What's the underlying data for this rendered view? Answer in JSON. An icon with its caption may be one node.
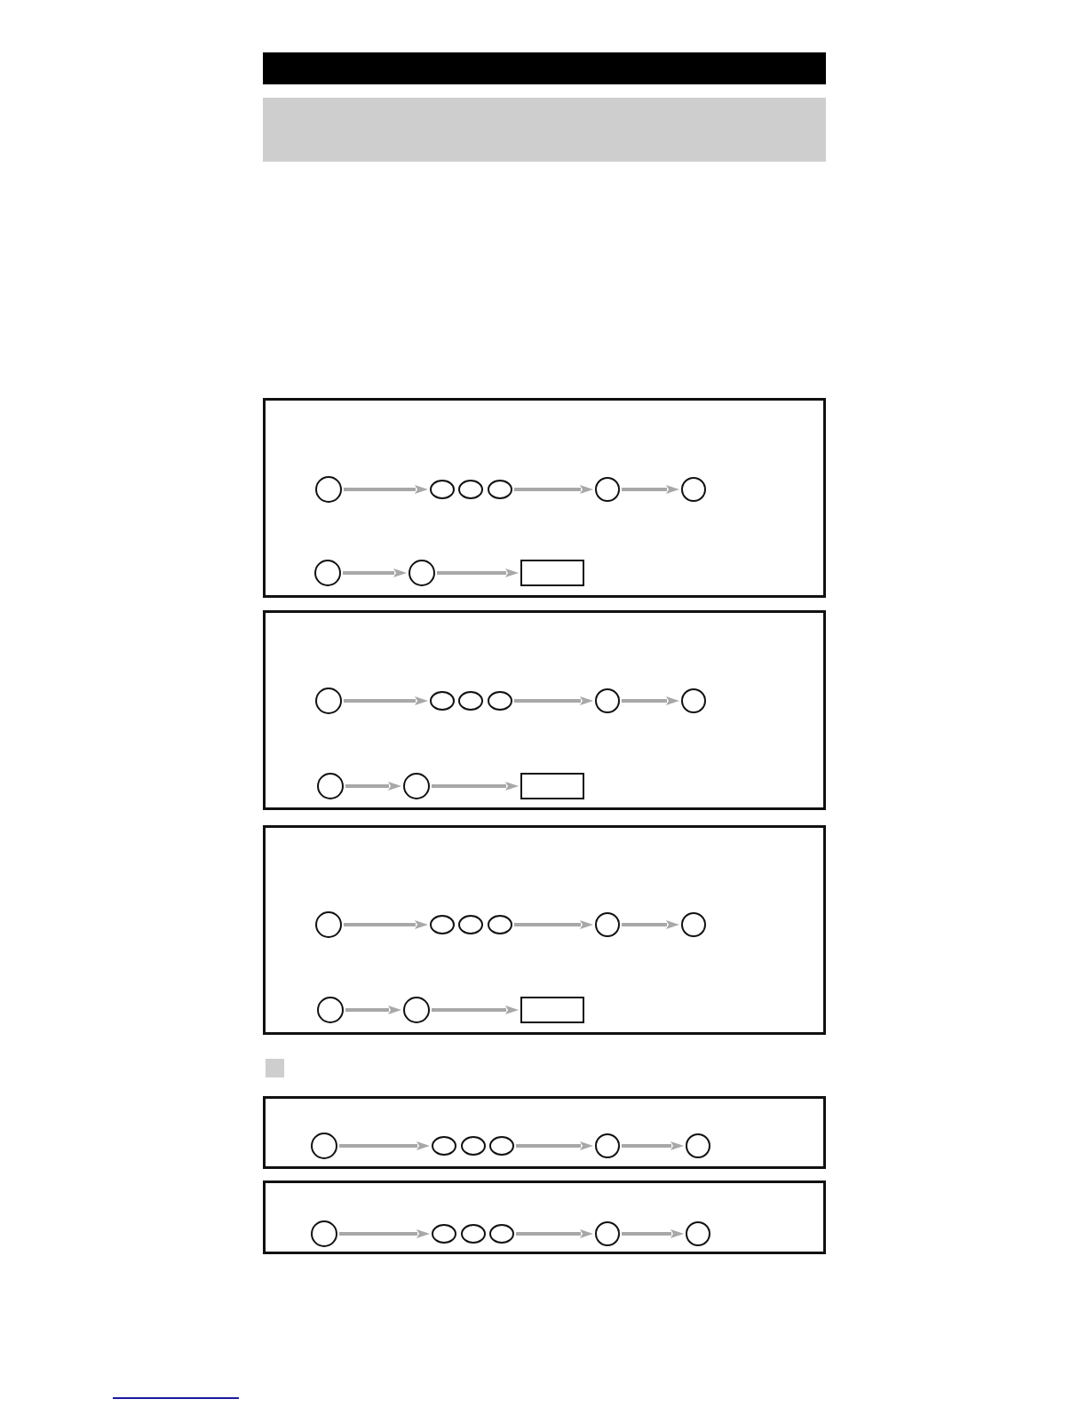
{
  "diagram": {
    "nodes": [
      {
        "text": [],
        "shape": "box"
      },
      {
        "text": [],
        "shape": "circle",
        "in": 0
      },
      {
        "text": [],
        "shape": "ellipse",
        "in": 0
      },
      {
        "text": [],
        "shape": "ellipse",
        "in": 0
      },
      {
        "text": [],
        "shape": "ellipse",
        "in": 0
      },
      {
        "text": [],
        "shape": "circle",
        "in": 0
      },
      {
        "text": [],
        "shape": "circle",
        "in": 0
      },
      {
        "text": [],
        "shape": "circle",
        "in": 0
      },
      {
        "text": [],
        "shape": "circle",
        "in": 0
      },
      {
        "text": [],
        "shape": "box",
        "in": 0
      },
      {
        "text": [],
        "shape": "box"
      },
      {
        "text": [],
        "shape": "circle",
        "in": 10
      },
      {
        "text": [],
        "shape": "ellipse",
        "in": 10
      },
      {
        "text": [],
        "shape": "ellipse",
        "in": 10
      },
      {
        "text": [],
        "shape": "ellipse",
        "in": 10
      },
      {
        "text": [],
        "shape": "circle",
        "in": 10
      },
      {
        "text": [],
        "shape": "circle",
        "in": 10
      },
      {
        "text": [],
        "shape": "circle",
        "in": 10
      },
      {
        "text": [],
        "shape": "circle",
        "in": 10
      },
      {
        "text": [],
        "shape": "box",
        "in": 10
      },
      {
        "text": [],
        "shape": "box"
      },
      {
        "text": [],
        "shape": "circle",
        "in": 20
      },
      {
        "text": [],
        "shape": "ellipse",
        "in": 20
      },
      {
        "text": [],
        "shape": "ellipse",
        "in": 20
      },
      {
        "text": [],
        "shape": "ellipse",
        "in": 20
      },
      {
        "text": [],
        "shape": "circle",
        "in": 20
      },
      {
        "text": [],
        "shape": "circle",
        "in": 20
      },
      {
        "text": [],
        "shape": "circle",
        "in": 20
      },
      {
        "text": [],
        "shape": "circle",
        "in": 20
      },
      {
        "text": [],
        "shape": "box",
        "in": 20
      },
      {
        "text": [],
        "shape": "box"
      },
      {
        "text": [],
        "shape": "circle",
        "in": 30
      },
      {
        "text": [],
        "shape": "ellipse",
        "in": 30
      },
      {
        "text": [],
        "shape": "ellipse",
        "in": 30
      },
      {
        "text": [],
        "shape": "ellipse",
        "in": 30
      },
      {
        "text": [],
        "shape": "circle",
        "in": 30
      },
      {
        "text": [],
        "shape": "circle",
        "in": 30
      },
      {
        "text": [],
        "shape": "box"
      },
      {
        "text": [],
        "shape": "circle",
        "in": 37
      },
      {
        "text": [],
        "shape": "ellipse",
        "in": 37
      },
      {
        "text": [],
        "shape": "ellipse",
        "in": 37
      },
      {
        "text": [],
        "shape": "ellipse",
        "in": 37
      },
      {
        "text": [],
        "shape": "circle",
        "in": 37
      },
      {
        "text": [],
        "shape": "circle",
        "in": 37
      }
    ],
    "edges": [
      {
        "from": 1,
        "to": 2,
        "arrow": "to"
      },
      {
        "from": 4,
        "to": 5,
        "arrow": "to"
      },
      {
        "from": 5,
        "to": 6,
        "arrow": "to"
      },
      {
        "from": 7,
        "to": 8,
        "arrow": "to"
      },
      {
        "from": 8,
        "to": 9,
        "arrow": "to"
      },
      {
        "from": 11,
        "to": 12,
        "arrow": "to"
      },
      {
        "from": 14,
        "to": 15,
        "arrow": "to"
      },
      {
        "from": 15,
        "to": 16,
        "arrow": "to"
      },
      {
        "from": 17,
        "to": 18,
        "arrow": "to"
      },
      {
        "from": 18,
        "to": 19,
        "arrow": "to"
      },
      {
        "from": 21,
        "to": 22,
        "arrow": "to"
      },
      {
        "from": 24,
        "to": 25,
        "arrow": "to"
      },
      {
        "from": 25,
        "to": 26,
        "arrow": "to"
      },
      {
        "from": 27,
        "to": 28,
        "arrow": "to"
      },
      {
        "from": 28,
        "to": 29,
        "arrow": "to"
      },
      {
        "from": 31,
        "to": 32,
        "arrow": "to"
      },
      {
        "from": 34,
        "to": 35,
        "arrow": "to"
      },
      {
        "from": 35,
        "to": 36,
        "arrow": "to"
      },
      {
        "from": 38,
        "to": 39,
        "arrow": "to"
      },
      {
        "from": 41,
        "to": 42,
        "arrow": "to"
      },
      {
        "from": 42,
        "to": 43,
        "arrow": "to"
      }
    ]
  }
}
